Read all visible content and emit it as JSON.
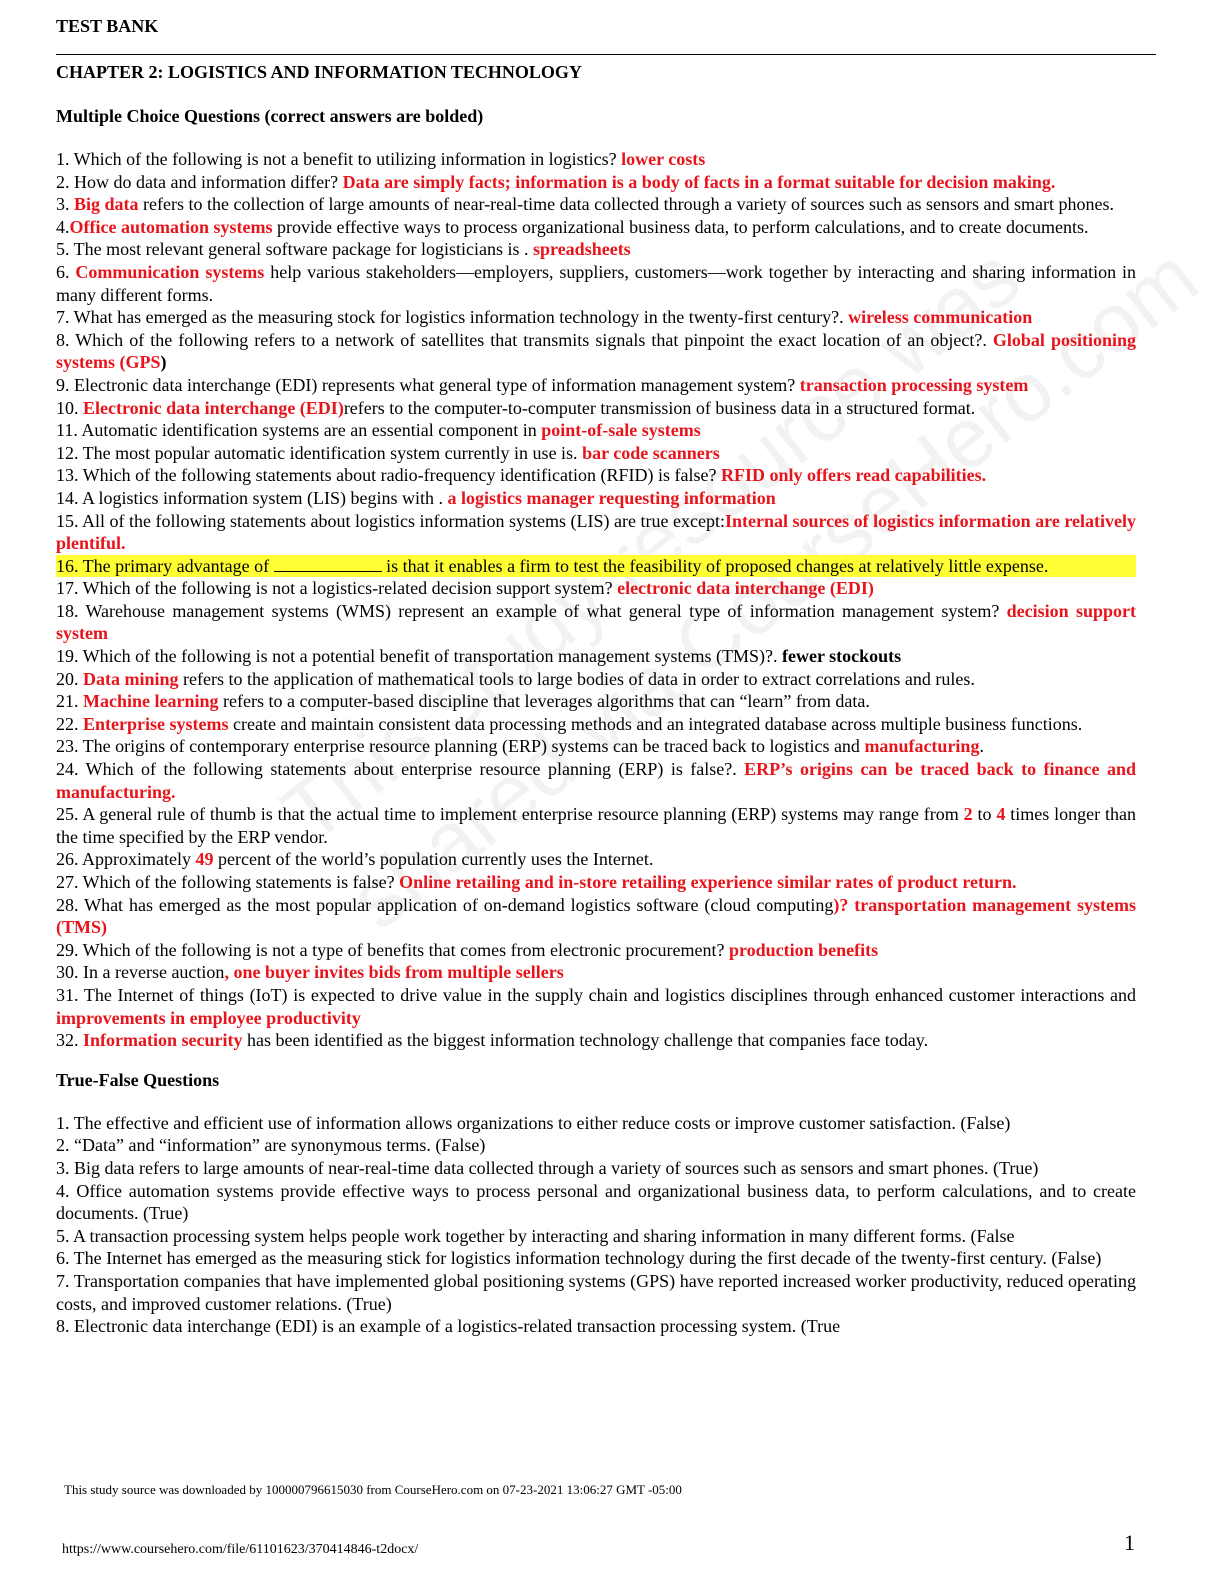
{
  "header": {
    "title": "TEST BANK"
  },
  "chapter_title": "CHAPTER 2: LOGISTICS AND INFORMATION TECHNOLOGY",
  "mc_heading": "Multiple Choice Questions (correct answers are bolded)",
  "mc": [
    {
      "t1": "1. Which of the following is not a benefit to utilizing information in logistics? ",
      "ans": "lower costs"
    },
    {
      "t1": "2. How do data and information differ? ",
      "ans": "Data are simply facts; information is a body of facts in a format suitable for decision making."
    },
    {
      "t1": "3. ",
      "ans": "Big data",
      "t2": "  refers to the collection of large amounts of near-real-time data collected through a variety of sources such as sensors and smart phones."
    },
    {
      "t1": "4.",
      "ans": "Office automation systems",
      "t2": " provide effective ways to process organizational business data, to perform calculations, and to create documents."
    },
    {
      "t1": "5. The most relevant general software package for logisticians is . ",
      "ans": "spreadsheets"
    },
    {
      "t1": "6.  ",
      "ans": "Communication systems",
      "t2": " help various stakeholders—employers, suppliers, customers—work together by interacting and sharing information in many different forms."
    },
    {
      "t1": "7. What has emerged as the measuring stock for logistics information technology in the twenty-first century?. ",
      "ans": "wireless communication"
    },
    {
      "t1": "8. Which of the following refers to a network of satellites that transmits signals that pinpoint the exact location of an object?.  ",
      "ans": "Global positioning systems (GPS",
      "t2": ")"
    },
    {
      "t1": "9. Electronic data interchange (EDI) represents what general type of information management system? ",
      "ans": "transaction processing system"
    },
    {
      "t1": "10. ",
      "ans": "Electronic data interchange (EDI)",
      "t2": "refers to the computer-to-computer transmission of business data in a structured format."
    },
    {
      "t1": "11. Automatic identification systems are an essential component in ",
      "ans": "point-of-sale systems"
    },
    {
      "t1": "12. The most popular automatic identification system currently in use is. ",
      "ans": "bar code scanners"
    },
    {
      "t1": "13. Which of the following statements about radio-frequency identification (RFID) is false? ",
      "ans": "RFID only offers read capabilities."
    },
    {
      "t1": "14. A logistics information system (LIS) begins with . ",
      "ans": "a logistics manager requesting information"
    },
    {
      "t1": "15. All of the following statements about logistics information systems (LIS) are true except:",
      "ans": "Internal sources of logistics information are relatively plentiful."
    },
    {
      "t1": "17. Which of the following is not a logistics-related decision support system? ",
      "ans": "electronic data interchange (EDI)"
    },
    {
      "t1": "18. Warehouse management systems (WMS) represent an example of what general type of information management system?  ",
      "ans": "decision support system"
    },
    {
      "t1": "20. ",
      "ans": "Data mining",
      "t2": " refers to the application of mathematical tools to large bodies of data in order to extract correlations and rules."
    },
    {
      "t1": "21. ",
      "ans": "Machine learning",
      "t2": " refers to a computer-based discipline that leverages algorithms that can “learn” from data."
    },
    {
      "t1": "22. ",
      "ans": "Enterprise systems",
      "t2": " create and maintain consistent data processing methods and an integrated database across multiple business functions."
    },
    {
      "t1": "23. The origins of contemporary enterprise resource planning (ERP) systems can be traced back to logistics and ",
      "ans": "manufacturing",
      "t2": "."
    },
    {
      "t1": "24. Which of the following statements about enterprise resource planning (ERP) is false?.  ",
      "ans": "ERP’s origins can be traced back to finance and manufacturing."
    },
    {
      "t1": "26. Approximately ",
      "ans": "49",
      "t2": " percent of the world’s population currently uses the Internet."
    },
    {
      "t1": "27. Which of the following statements is false? ",
      "ans": "Online retailing and in-store retailing experience similar rates of product return."
    },
    {
      "t1": "28. What has emerged as the most popular application of on-demand logistics software (cloud computing",
      "ans": ")?  transportation management systems (TMS)"
    },
    {
      "t1": "29. Which of the following is not a type of benefits that comes from electronic procurement?          ",
      "ans": "production benefits"
    },
    {
      "t1": "30. In a reverse auction",
      "ans": ", one buyer invites bids from multiple sellers"
    },
    {
      "t1": "31. The Internet of things (IoT) is expected to drive value in the supply chain and logistics disciplines through enhanced customer interactions and  ",
      "ans": "improvements in employee productivity"
    },
    {
      "t1": "32. ",
      "ans": "Information security",
      "t2": " has been identified as the biggest information technology challenge that companies face today."
    }
  ],
  "q16": {
    "before": "16. The primary advantage of ",
    "after": " is that it enables a firm to test the feasibility of proposed changes at relatively little expense."
  },
  "q19": {
    "t1": "19. Which of the following is not a potential benefit of transportation management systems (TMS)?. ",
    "ans": "fewer stockouts"
  },
  "q25": {
    "t1": "25. A general rule of thumb is that the actual time to implement enterprise resource planning (ERP) systems may range from ",
    "a1": "2",
    "mid": " to ",
    "a2": "4",
    "t2": " times longer than the time specified by the ERP vendor."
  },
  "tf_heading": "True-False Questions",
  "tf": [
    "1. The effective and efficient use of information allows organizations to either reduce costs or improve customer satisfaction. (False)",
    "2. “Data” and “information” are synonymous terms. (False)",
    "3. Big data refers to large amounts of near-real-time data collected through a variety of sources such as sensors and smart phones. (True)",
    "4. Office automation systems provide effective ways to process personal and organizational business data, to perform calculations, and to create documents. (True)",
    "5. A transaction processing system helps people work together by interacting and sharing information in many different forms. (False",
    "6. The Internet has emerged as the measuring stick for logistics information technology during the first decade of the twenty-first century. (False)",
    "7. Transportation companies that have implemented global positioning systems (GPS) have reported increased worker productivity, reduced operating costs, and improved customer relations. (True)",
    "8. Electronic data interchange (EDI) is an example of a logistics-related transaction processing system. (True"
  ],
  "watermark": [
    "This study resource was",
    "shared via CourseHero.com"
  ],
  "download_notice": "This study source was downloaded by 100000796615030 from CourseHero.com on 07-23-2021 13:06:27 GMT -05:00",
  "footer_url": "https://www.coursehero.com/file/61101623/370414846-t2docx/",
  "page_number": "1"
}
